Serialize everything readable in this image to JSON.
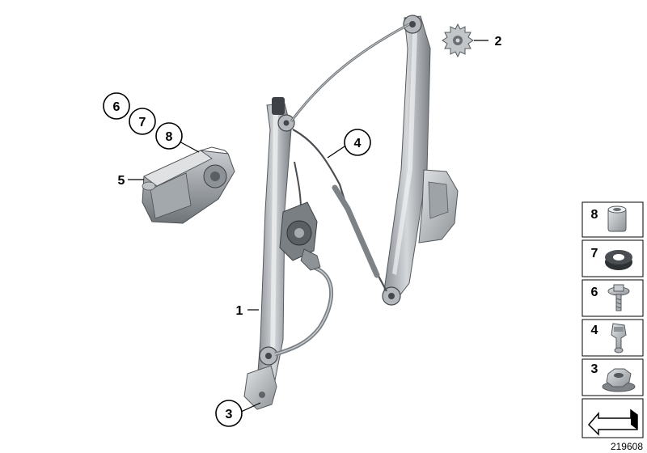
{
  "diagram": {
    "callouts": [
      {
        "id": "c1",
        "label": "1"
      },
      {
        "id": "c2",
        "label": "2"
      },
      {
        "id": "c3",
        "label": "3"
      },
      {
        "id": "c4",
        "label": "4"
      },
      {
        "id": "c5",
        "label": "5"
      },
      {
        "id": "c6",
        "label": "6"
      },
      {
        "id": "c7",
        "label": "7"
      },
      {
        "id": "c8",
        "label": "8"
      }
    ],
    "legend": [
      {
        "label": "8",
        "icon": "sleeve-icon"
      },
      {
        "label": "7",
        "icon": "grommet-icon"
      },
      {
        "label": "6",
        "icon": "flange-screw-icon"
      },
      {
        "label": "4",
        "icon": "clip-icon"
      },
      {
        "label": "3",
        "icon": "hex-nut-icon"
      }
    ],
    "diagram_id": "219608"
  }
}
